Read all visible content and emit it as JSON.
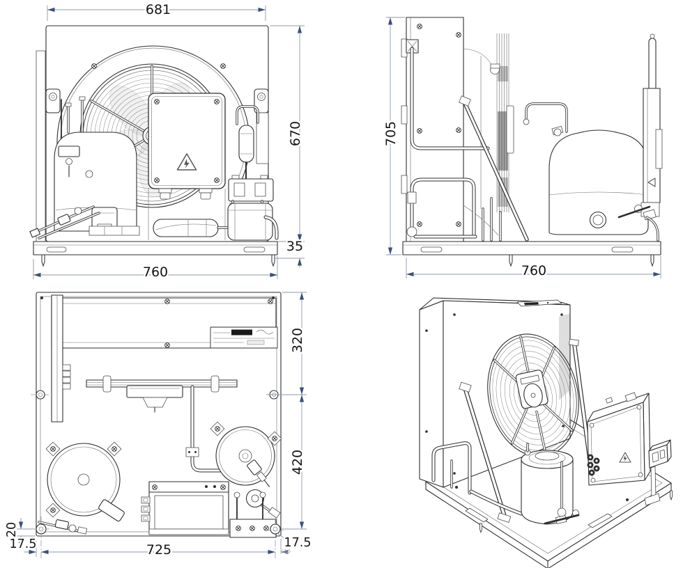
{
  "drawing": {
    "front_view": {
      "dims": {
        "width_top": "681",
        "height_overall": "670",
        "base_height": "35",
        "width_overall": "760"
      }
    },
    "side_view": {
      "dims": {
        "height_overall": "705",
        "depth_overall": "760"
      }
    },
    "top_view": {
      "dims": {
        "section_rear": "320",
        "section_front": "420",
        "hole_offset_bottom": "20",
        "hole_offset_left": "17.5",
        "hole_pitch": "725",
        "hole_offset_right": "17.5",
        "hole_offset_right_tiny": "17.5"
      }
    },
    "colors": {
      "line": "#2e2e2e",
      "dim_line": "#8e9aab",
      "dim_arrow": "#3a5078",
      "dim_text": "#141414",
      "background": "#ffffff"
    },
    "icons": {
      "warning_triangle": "⚠",
      "screw": "⊗"
    }
  }
}
